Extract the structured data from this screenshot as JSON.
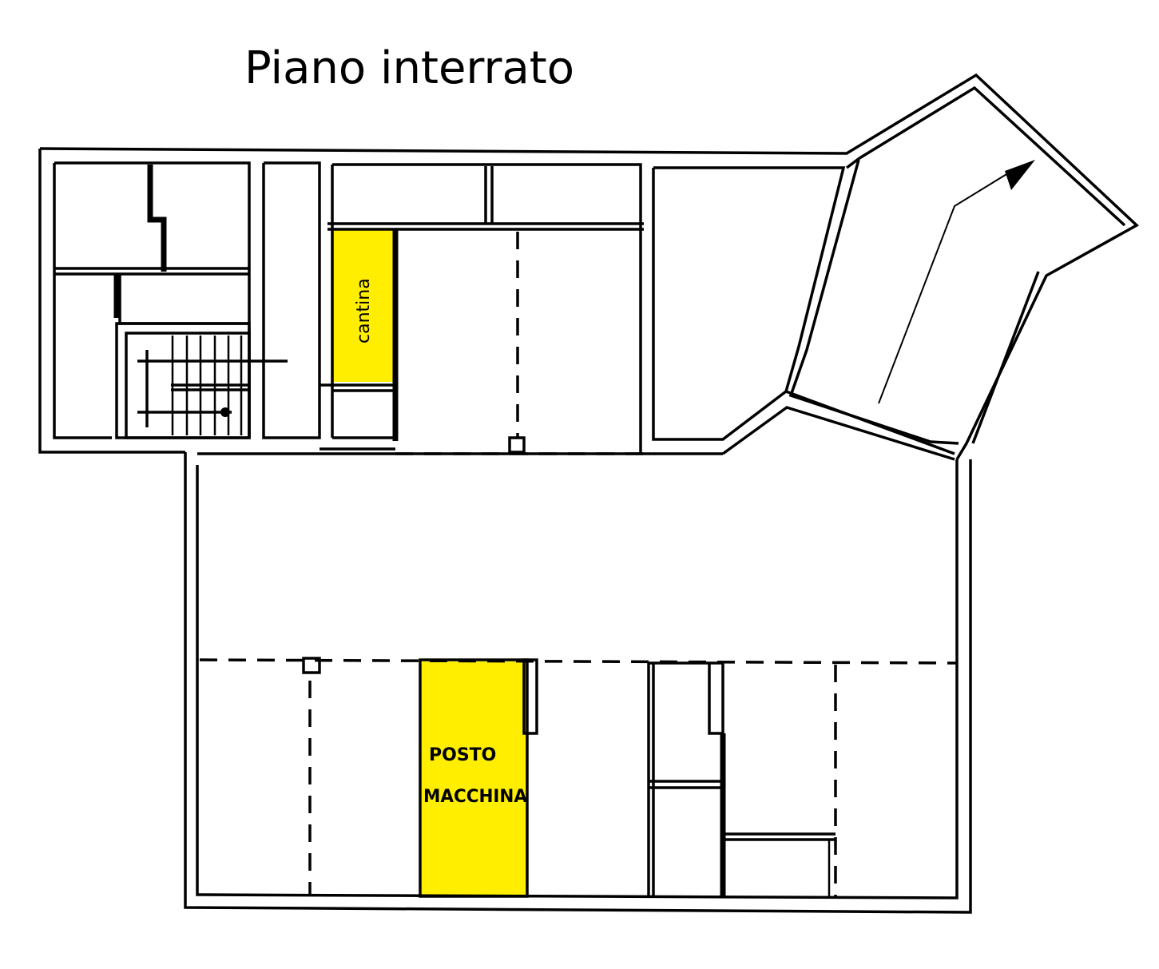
{
  "title": "Piano interrato",
  "rooms": {
    "cantina": {
      "label": "cantina",
      "color": "#ffee00"
    },
    "posto_macchina": {
      "label_line1": "POSTO",
      "label_line2": "MACCHINA",
      "color": "#ffee00"
    }
  },
  "icons": {
    "ramp_arrow": "arrow-up-right",
    "stair": "staircase"
  }
}
